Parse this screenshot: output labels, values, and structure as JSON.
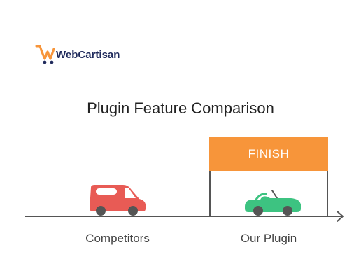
{
  "brand": {
    "name": "WebCartisan",
    "colors": {
      "primary": "#f7953a",
      "dark": "#1f2a5c"
    }
  },
  "title": "Plugin Feature Comparison",
  "finish": {
    "label": "FINISH",
    "color": "#f7953a"
  },
  "lanes": [
    {
      "label": "Competitors",
      "vehicle": "van-icon",
      "color": "#e85b55"
    },
    {
      "label": "Our Plugin",
      "vehicle": "convertible-car-icon",
      "color": "#3dc381"
    }
  ],
  "track": {
    "color": "#555555"
  }
}
